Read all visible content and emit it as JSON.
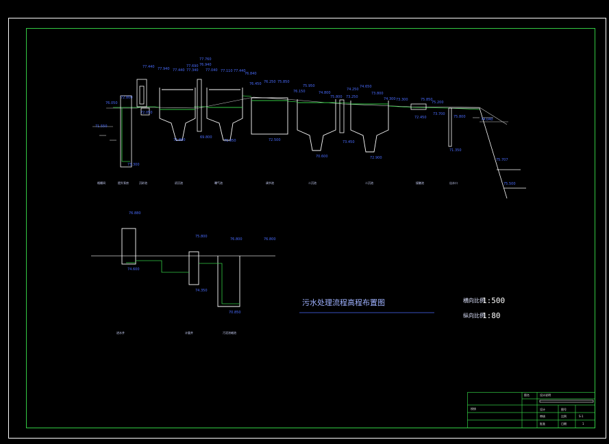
{
  "drawing": {
    "title": "污水处理流程高程布置图",
    "scale_h_label": "横向比例",
    "scale_h_value": "1:500",
    "scale_v_label": "纵向比例",
    "scale_v_value": "1:80"
  },
  "profile_elevations": [
    "77.440",
    "77.940",
    "77.440",
    "77.690",
    "77.340",
    "77.760",
    "76.940",
    "77.040",
    "77.110",
    "77.440",
    "76.840",
    "76.450",
    "76.250",
    "75.850",
    "76.150",
    "75.950",
    "74.800",
    "75.800",
    "74.250",
    "74.650",
    "73.250",
    "73.800",
    "74.300",
    "73.300",
    "75.850",
    "75.200",
    "76.050",
    "72.800",
    "71.550",
    "72.050",
    "73.300",
    "71.800",
    "69.800",
    "71.950",
    "72.500",
    "70.600",
    "73.450",
    "72.900",
    "72.450",
    "73.700",
    "71.350",
    "74.040",
    "75.707",
    "75.500",
    "75.800"
  ],
  "profile_labels": [
    "格栅间",
    "提升泵房",
    "沉砂池",
    "初沉池",
    "曝气池",
    "调节池",
    "二沉池",
    "二沉池",
    "接触池",
    "出水口"
  ],
  "detail_elevations": [
    "76.880",
    "74.600",
    "75.800",
    "74.350",
    "76.800",
    "70.850",
    "76.800"
  ],
  "detail_labels": [
    "进水井",
    "计量井",
    "污泥浓缩池"
  ],
  "title_block": {
    "name_value": "设计说明",
    "labels": [
      "设计",
      "审核",
      "图号",
      "日期",
      "批准",
      "校核",
      "比例",
      "图名"
    ],
    "values": [
      "S-1",
      "1"
    ]
  }
}
